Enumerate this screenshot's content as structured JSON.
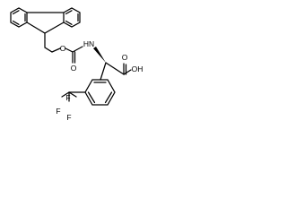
{
  "structure": {
    "atoms": {
      "ether_o": "O",
      "carbonyl_o": "O",
      "amide_nh": "HN",
      "acid_o": "O",
      "acid_oh": "OH",
      "fluorine_top": "F",
      "fluorine_left": "F",
      "fluorine_bottom": "F"
    }
  },
  "colors": {
    "ink": "#000000",
    "background": "#ffffff"
  }
}
